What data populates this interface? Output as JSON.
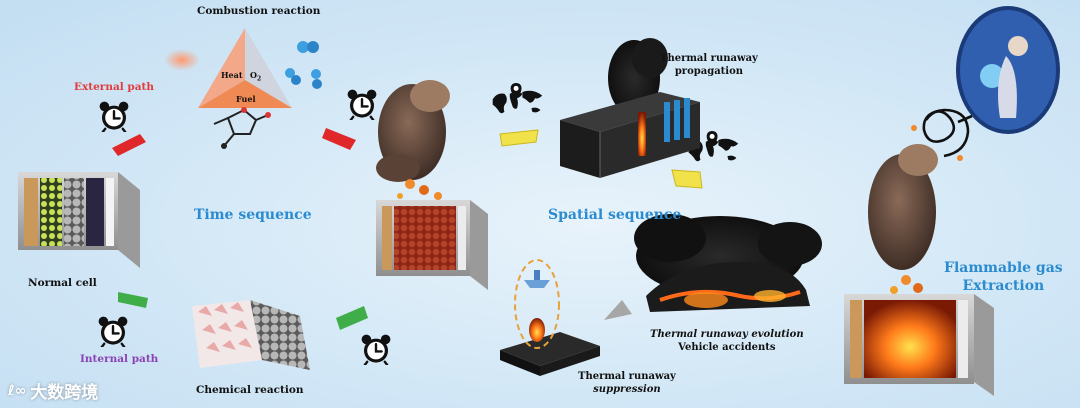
{
  "labels": {
    "combustion": "Combustion reaction",
    "triangle_heat": "Heat",
    "triangle_o2": "O",
    "triangle_o2_sub": "2",
    "triangle_fuel": "Fuel",
    "external_path": "External path",
    "internal_path": "Internal path",
    "normal_cell": "Normal cell",
    "time_sequence": "Time sequence",
    "spatial_sequence": "Spatial sequence",
    "chemical_reaction": "Chemical reaction",
    "tr_propagation_1": "Thermal runaway",
    "tr_propagation_2": "propagation",
    "tr_suppression_1": "Thermal runaway",
    "tr_suppression_2": "suppression",
    "tr_evolution": "Thermal runaway evolution",
    "vehicle_accidents": "Vehicle accidents",
    "flammable_1": "Flammable gas",
    "flammable_2": "Extraction",
    "watermark": "大数跨境"
  },
  "colors": {
    "accent_blue": "#2a8bd0",
    "external_red": "#e23b3b",
    "internal_purple": "#8a43b5",
    "arrow_red": "#e0282b",
    "arrow_green": "#3fae49",
    "arrow_yellow": "#f1e24a"
  },
  "icons": [
    "alarm-clock-icon",
    "world-map-pin-icon",
    "thermal-runaway-arrow-icon",
    "gas-extraction-spiral-icon"
  ]
}
